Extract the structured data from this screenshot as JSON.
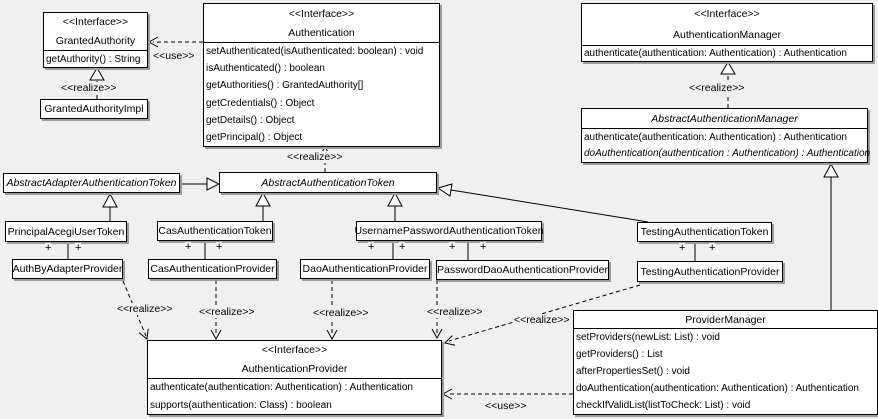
{
  "diagram": {
    "background": "#f0f0f0",
    "box_fill": "#ffffff",
    "line_color": "#000000",
    "labels": {
      "use": "<<use>>",
      "realize": "<<realize>>",
      "plus": "+"
    },
    "classes": {
      "granted_authority": {
        "stereotype": "<<Interface>>",
        "name": "GrantedAuthority",
        "methods": [
          "getAuthority() : String"
        ]
      },
      "granted_authority_impl": {
        "name": "GrantedAuthorityImpl"
      },
      "authentication": {
        "stereotype": "<<Interface>>",
        "name": "Authentication",
        "methods": [
          "setAuthenticated(isAuthenticated: boolean) : void",
          "isAuthenticated() : boolean",
          "getAuthorities() : GrantedAuthority[]",
          "getCredentials() : Object",
          "getDetails() : Object",
          "getPrincipal() : Object"
        ]
      },
      "authentication_manager": {
        "stereotype": "<<Interface>>",
        "name": "AuthenticationManager",
        "methods": [
          "authenticate(authentication: Authentication) : Authentication"
        ]
      },
      "abstract_authentication_manager": {
        "name": "AbstractAuthenticationManager",
        "methods": [
          "authenticate(authentication: Authentication) : Authentication",
          "doAuthentication(authentication : Authentication) : Authentication"
        ]
      },
      "abstract_adapter_authentication_token": {
        "name": "AbstractAdapterAuthenticationToken"
      },
      "abstract_authentication_token": {
        "name": "AbstractAuthenticationToken"
      },
      "principal_acegi_user_token": {
        "name": "PrincipalAcegiUserToken"
      },
      "cas_authentication_token": {
        "name": "CasAuthenticationToken"
      },
      "username_password_authentication_token": {
        "name": "UsernamePasswordAuthenticationToken"
      },
      "testing_authentication_token": {
        "name": "TestingAuthenticationToken"
      },
      "auth_by_adapter_provider": {
        "name": "AuthByAdapterProvider"
      },
      "cas_authentication_provider": {
        "name": "CasAuthenticationProvider"
      },
      "dao_authentication_provider": {
        "name": "DaoAuthenticationProvider"
      },
      "password_dao_authentication_provider": {
        "name": "PasswordDaoAuthenticationProvider"
      },
      "testing_authentication_provider": {
        "name": "TestingAuthenticationProvider"
      },
      "authentication_provider": {
        "stereotype": "<<Interface>>",
        "name": "AuthenticationProvider",
        "methods": [
          "authenticate(authentication: Authentication) : Authentication",
          "supports(authentication: Class) : boolean"
        ]
      },
      "provider_manager": {
        "name": "ProviderManager",
        "methods": [
          "setProviders(newList: List) : void",
          "getProviders() : List",
          "afterPropertiesSet() : void",
          "doAuthentication(authentication: Authentication) : Authentication",
          "checkIfValidList(listToCheck: List) : void"
        ]
      }
    }
  }
}
